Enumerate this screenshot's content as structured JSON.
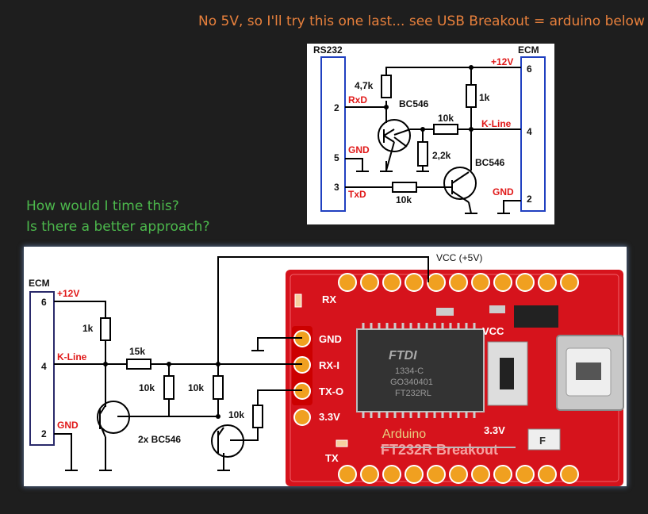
{
  "notes": {
    "top": "No 5V, so I'll try this one last... see USB Breakout = arduino below",
    "question1": "How would I time this?",
    "question2": "Is there a better approach?"
  },
  "top_schematic": {
    "rs232_label": "RS232",
    "ecm_label": "ECM",
    "pins_left": [
      "2",
      "5",
      "3"
    ],
    "pins_right": [
      "6",
      "4",
      "2"
    ],
    "signals": {
      "rxd": "RxD",
      "gnd_left": "GND",
      "txd": "TxD",
      "plus12": "+12V",
      "kline": "K-Line",
      "gnd_right": "GND"
    },
    "components": {
      "r_47k": "4,7k",
      "q1": "BC546",
      "r_1k": "1k",
      "r_10k_mid": "10k",
      "r_22k": "2,2k",
      "q2": "BC546",
      "r_10k_tx": "10k"
    }
  },
  "bottom_schematic": {
    "ecm_label": "ECM",
    "pins": [
      "6",
      "4",
      "2"
    ],
    "signals": {
      "plus12": "+12V",
      "kline": "K-Line",
      "gnd": "GND"
    },
    "components": {
      "r_1k": "1k",
      "r_15k": "15k",
      "r_10k_a": "10k",
      "r_10k_b": "10k",
      "r_10k_c": "10k",
      "transistors": "2x BC546"
    },
    "vcc_label": "VCC (+5V)",
    "board": {
      "pins": {
        "gnd": "GND",
        "rxi": "RX-I",
        "txo": "TX-O",
        "v33": "3.3V",
        "rx": "RX",
        "tx": "TX"
      },
      "vcc": "VCC",
      "v33_right": "3.3V",
      "chip_lines": [
        "FTDI",
        "1334-C",
        "GO340401",
        "FT232RL"
      ],
      "f_label": "F",
      "arduino_overlay": "Arduino",
      "breakout_text": "FT232R Breakout"
    }
  }
}
